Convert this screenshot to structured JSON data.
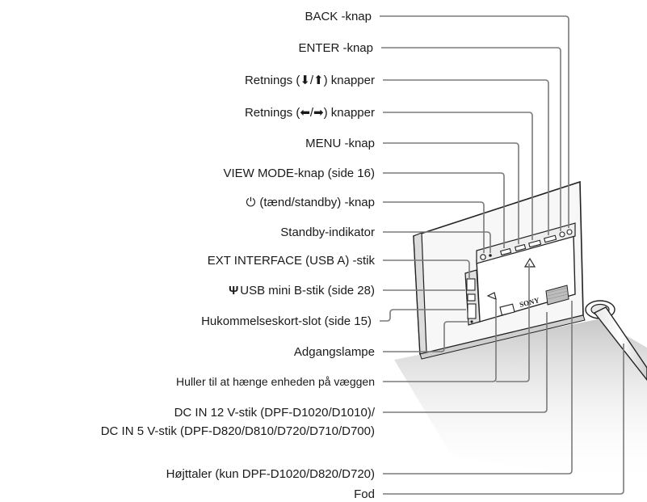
{
  "title": "",
  "callouts": [
    {
      "id": "back-button",
      "text": "BACK -knap"
    },
    {
      "id": "enter-button",
      "text": "ENTER -knap"
    },
    {
      "id": "direction-up-down-buttons",
      "text": "Retnings (⬇/⬆) knapper"
    },
    {
      "id": "direction-left-right-buttons",
      "text": "Retnings (⬅/➡) knapper"
    },
    {
      "id": "menu-button",
      "text": "MENU -knap"
    },
    {
      "id": "view-mode-button",
      "text": "VIEW MODE-knap (side 16)"
    },
    {
      "id": "power-standby-button",
      "text": "(tænd/standby) -knap"
    },
    {
      "id": "standby-indicator",
      "text": "Standby-indikator"
    },
    {
      "id": "ext-interface-jack",
      "text": "EXT INTERFACE (USB A) -stik"
    },
    {
      "id": "usb-mini-b-jack",
      "text": "USB mini B-stik (side 28)"
    },
    {
      "id": "memory-card-slot",
      "text": "Hukommelseskort-slot (side 15)"
    },
    {
      "id": "access-lamp",
      "text": "Adgangslampe"
    },
    {
      "id": "wall-mount-holes",
      "text": "Huller til at hænge enheden på væggen"
    },
    {
      "id": "dc-in-jack-1",
      "text": "DC IN 12 V-stik (DPF-D1020/D1010)/"
    },
    {
      "id": "dc-in-jack-2",
      "text": "DC IN 5 V-stik (DPF-D820/D810/D720/D710/D700)"
    },
    {
      "id": "speaker",
      "text": "Højttaler (kun DPF-D1020/D820/D720)"
    },
    {
      "id": "stand",
      "text": "Fod"
    }
  ],
  "device": {
    "brand": "SONY",
    "power_symbol": "⏻",
    "usb_symbol": "Ψ"
  },
  "colors": {
    "leader": "#7a7a7a",
    "text": "#1a1a1a",
    "device_outline": "#222222"
  }
}
